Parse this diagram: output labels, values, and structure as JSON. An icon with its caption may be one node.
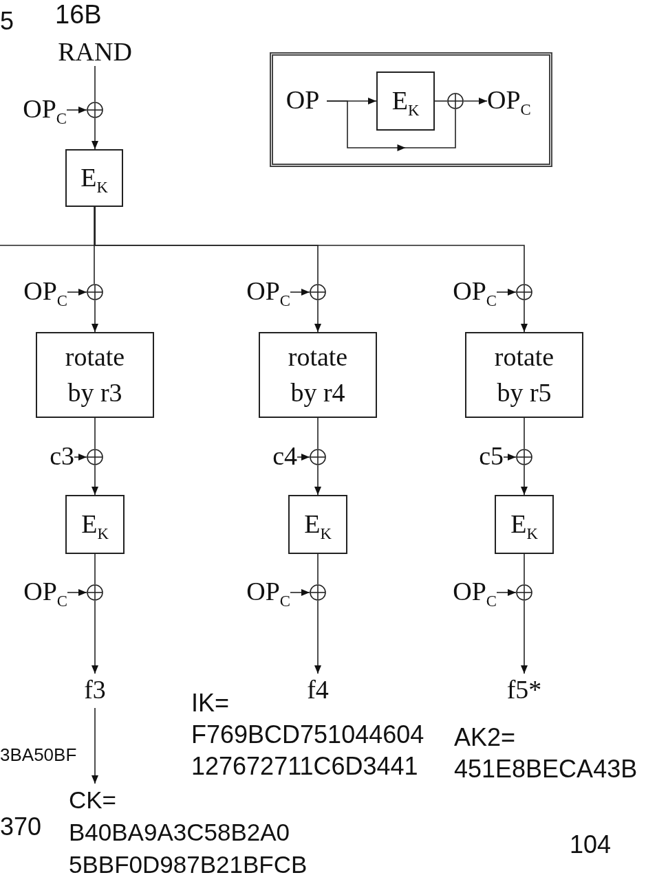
{
  "diagram": {
    "nodes": [
      {
        "text": [
          "RAND"
        ],
        "beside": [
          "16B"
        ]
      },
      {
        "text": [
          "OP$_{C}$"
        ]
      },
      {
        "text": [],
        "shape": "circle"
      },
      {
        "text": [
          "E$_{K}$"
        ]
      },
      {
        "text": [
          "OP$_{C}$"
        ]
      },
      {
        "text": [],
        "shape": "circle"
      },
      {
        "text": [
          "rotate by r3"
        ]
      },
      {
        "text": [
          "c3"
        ]
      },
      {
        "text": [],
        "shape": "circle"
      },
      {
        "text": [
          "E$_{K}$"
        ]
      },
      {
        "text": [
          "OP$_{C}$"
        ]
      },
      {
        "text": [],
        "shape": "circle"
      },
      {
        "text": [
          "f3"
        ]
      },
      {
        "text": [
          "OP$_{C}$"
        ]
      },
      {
        "text": [],
        "shape": "circle"
      },
      {
        "text": [
          "rotate by r4"
        ]
      },
      {
        "text": [
          "c4"
        ]
      },
      {
        "text": [],
        "shape": "circle"
      },
      {
        "text": [
          "E$_{K}$"
        ]
      },
      {
        "text": [
          "OP$_{C}$"
        ]
      },
      {
        "text": [],
        "shape": "circle"
      },
      {
        "text": [
          "f4"
        ]
      },
      {
        "text": [
          "OP$_{C}$"
        ]
      },
      {
        "text": [],
        "shape": "circle"
      },
      {
        "text": [
          "rotate by r5"
        ]
      },
      {
        "text": [
          "c5"
        ]
      },
      {
        "text": [],
        "shape": "circle"
      },
      {
        "text": [
          "E$_{K}$"
        ]
      },
      {
        "text": [
          "OP$_{C}$"
        ]
      },
      {
        "text": [],
        "shape": "circle"
      },
      {
        "text": [
          "f5*"
        ]
      },
      {
        "text": [
          "CK= B40BA9A3C58B2A0 5BBF0D987B21BFCB"
        ]
      },
      {
        "text": [],
        "shape": "box"
      },
      {
        "text": [
          "OP"
        ],
        "in": 32
      },
      {
        "text": [
          "E$_{K}$"
        ],
        "in": 32
      },
      {
        "text": [],
        "shape": "circle",
        "in": 32
      },
      {
        "text": [
          "OP$_{C}$"
        ],
        "in": 32
      }
    ],
    "edges": [
      {
        "from": 0,
        "to": 2,
        "arrow": "none"
      },
      {
        "from": 1,
        "to": 2,
        "arrow": "to"
      },
      {
        "from": 2,
        "to": 3,
        "arrow": "to"
      },
      {
        "from": 3,
        "to": null,
        "arrow": "none"
      },
      {
        "from": 3,
        "to": 5,
        "arrow": "none"
      },
      {
        "from": 3,
        "to": 14,
        "arrow": "none"
      },
      {
        "from": 3,
        "to": 23,
        "arrow": "none"
      },
      {
        "from": 4,
        "to": 5,
        "arrow": "to"
      },
      {
        "from": 5,
        "to": 6,
        "arrow": "to"
      },
      {
        "from": 6,
        "to": 8,
        "arrow": "none"
      },
      {
        "from": 7,
        "to": 8,
        "arrow": "to"
      },
      {
        "from": 8,
        "to": 9,
        "arrow": "to"
      },
      {
        "from": 9,
        "to": 11,
        "arrow": "none"
      },
      {
        "from": 10,
        "to": 11,
        "arrow": "to"
      },
      {
        "from": 11,
        "to": 12,
        "arrow": "to"
      },
      {
        "from": 13,
        "to": 14,
        "arrow": "to"
      },
      {
        "from": 14,
        "to": 15,
        "arrow": "to"
      },
      {
        "from": 15,
        "to": 17,
        "arrow": "none"
      },
      {
        "from": 16,
        "to": 17,
        "arrow": "to"
      },
      {
        "from": 17,
        "to": 18,
        "arrow": "to"
      },
      {
        "from": 18,
        "to": 20,
        "arrow": "none"
      },
      {
        "from": 19,
        "to": 20,
        "arrow": "to"
      },
      {
        "from": 20,
        "to": 21,
        "arrow": "to"
      },
      {
        "from": 22,
        "to": 23,
        "arrow": "to"
      },
      {
        "from": 23,
        "to": 24,
        "arrow": "to"
      },
      {
        "from": 24,
        "to": 26,
        "arrow": "none"
      },
      {
        "from": 25,
        "to": 26,
        "arrow": "to"
      },
      {
        "from": 26,
        "to": 27,
        "arrow": "to"
      },
      {
        "from": 27,
        "to": 29,
        "arrow": "none"
      },
      {
        "from": 28,
        "to": 29,
        "arrow": "to"
      },
      {
        "from": 29,
        "to": 30,
        "arrow": "to"
      },
      {
        "from": 12,
        "to": 31,
        "arrow": "to"
      },
      {
        "from": 33,
        "to": 34,
        "arrow": "to"
      },
      {
        "from": 34,
        "to": 35,
        "arrow": "none"
      },
      {
        "from": 35,
        "to": 36,
        "arrow": "to"
      },
      {
        "from": 33,
        "to": 35,
        "arrow": "to"
      }
    ],
    "labels": [
      "5",
      "3BA50BF",
      "370",
      "IK= F769BCD751044604 127672711C6D3441",
      "AK2= 451E8BECA43B",
      "104"
    ]
  }
}
